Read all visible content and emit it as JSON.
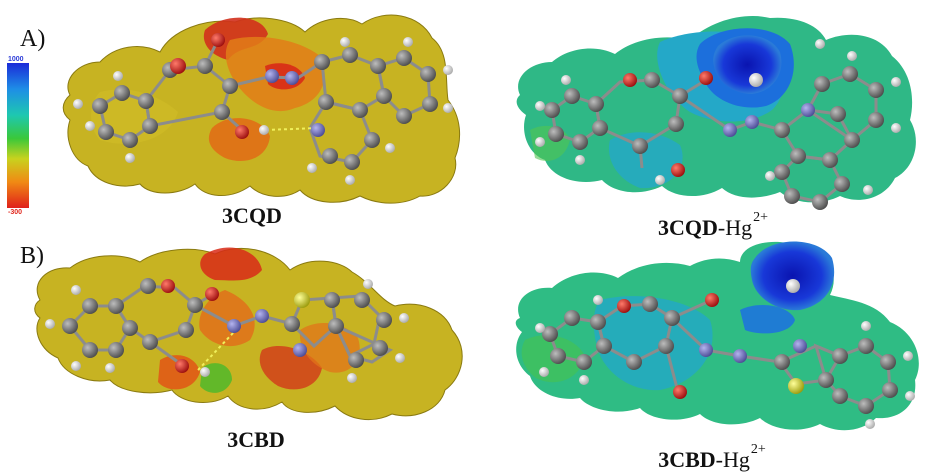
{
  "panels": {
    "a_label": "A)",
    "b_label": "B)"
  },
  "scale": {
    "max_label": "1000",
    "min_label": "-300",
    "max_color": "#2b3bd8",
    "min_color": "#e0261c"
  },
  "captions": {
    "cqd": {
      "main": "3CQD"
    },
    "cqd_hg": {
      "main": "3CQD",
      "suffix": "-Hg",
      "charge": "2+"
    },
    "cbd": {
      "main": "3CBD"
    },
    "cbd_hg": {
      "main": "3CBD",
      "suffix": "-Hg",
      "charge": "2+"
    }
  },
  "colors": {
    "yellow_surface": "#c8b41e",
    "orange_region": "#e07a18",
    "red_region": "#d4261a",
    "green_surface": "#2fbd88",
    "cyan_region": "#23b0cf",
    "blue_region": "#1530c8",
    "atom_carbon": "#6e6e6e",
    "atom_oxygen": "#d41e1e",
    "atom_nitrogen": "#6a6ab4",
    "atom_hydrogen": "#e6e6e6",
    "atom_sulfur": "#d4d41e"
  }
}
